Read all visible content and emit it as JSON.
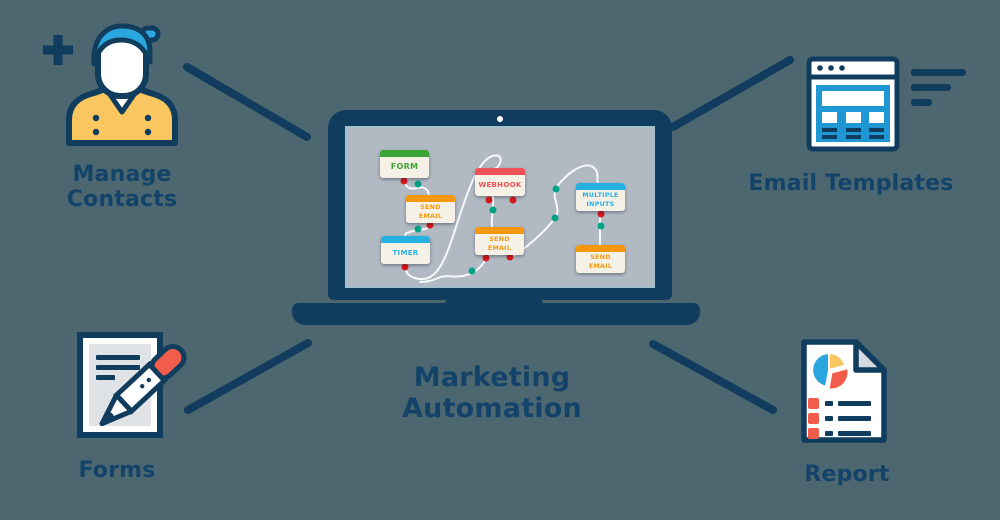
{
  "title": "Marketing Automation",
  "features": {
    "manage_contacts": {
      "label": "Manage Contacts",
      "icon": "add-contact-person-icon"
    },
    "email_templates": {
      "label": "Email Templates",
      "icon": "browser-template-icon"
    },
    "forms": {
      "label": "Forms",
      "icon": "document-pen-icon"
    },
    "report": {
      "label": "Report",
      "icon": "pie-chart-report-icon"
    }
  },
  "workflow": {
    "nodes": [
      {
        "label": "FORM",
        "color": "#3aa335"
      },
      {
        "label": "SEND\nEMAIL",
        "color": "#f6980e"
      },
      {
        "label": "TIMER",
        "color": "#27b1e2"
      },
      {
        "label": "WEBHOOK",
        "color": "#ee5257"
      },
      {
        "label": "SEND\nEMAIL",
        "color": "#f6980e"
      },
      {
        "label": "MULTIPLE\nINPUTS",
        "color": "#27b1e2"
      },
      {
        "label": "SEND\nEMAIL",
        "color": "#f6980e"
      }
    ],
    "connector_dot_colors": {
      "red": "#d8161d",
      "teal": "#00a287"
    }
  },
  "colors": {
    "background": "#4d6771",
    "navy": "#103c5e",
    "label_text": "#14436a",
    "screen_gray": "#b1b9c3",
    "node_body": "#f6f1e6",
    "person_hair_blue": "#2ba7e0",
    "shirt_yellow": "#f9c65f",
    "pen_red": "#f25c4b",
    "template_blue": "#1f97d4"
  }
}
